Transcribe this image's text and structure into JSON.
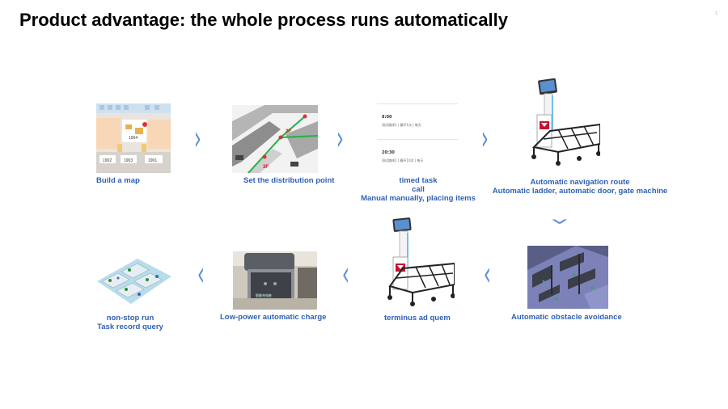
{
  "slide": {
    "title": "Product advantage: the whole process runs automatically",
    "page_number": "1"
  },
  "steps": [
    {
      "id": "build-map",
      "lines": [
        "Build a map"
      ]
    },
    {
      "id": "distribution-point",
      "lines": [
        "Set the distribution point"
      ]
    },
    {
      "id": "timed-task",
      "lines": [
        "timed task",
        "call",
        "Manual manually, placing items"
      ]
    },
    {
      "id": "navigation-route",
      "lines": [
        "Automatic navigation route",
        "Automatic ladder, automatic door, gate machine"
      ]
    },
    {
      "id": "obstacle-avoidance",
      "lines": [
        "Automatic obstacle avoidance"
      ]
    },
    {
      "id": "terminus",
      "lines": [
        "terminus ad quem"
      ]
    },
    {
      "id": "auto-charge",
      "lines": [
        "Low-power automatic charge"
      ]
    },
    {
      "id": "non-stop",
      "lines": [
        "non-stop run",
        "Task record query"
      ]
    }
  ],
  "map_labels": {
    "label_a": "1902",
    "label_b": "1903",
    "label_c": "1901",
    "label_d": "1904"
  },
  "route_labels": {
    "point_a": "2F",
    "point_b": "3F"
  },
  "schedule": {
    "entries": [
      {
        "time": "8:00",
        "detail": "测试路线1 | 循环1次 | 每天"
      },
      {
        "time": "20:30",
        "detail": "测试路线1 | 循环10次 | 每天"
      }
    ]
  },
  "charge_photo_label": "智能充电桩",
  "icons": {
    "chevron": "›",
    "chevron_left": "‹"
  },
  "colors": {
    "caption": "#2e61b4",
    "chevron": "#5b8fd6",
    "title": "#000000"
  }
}
